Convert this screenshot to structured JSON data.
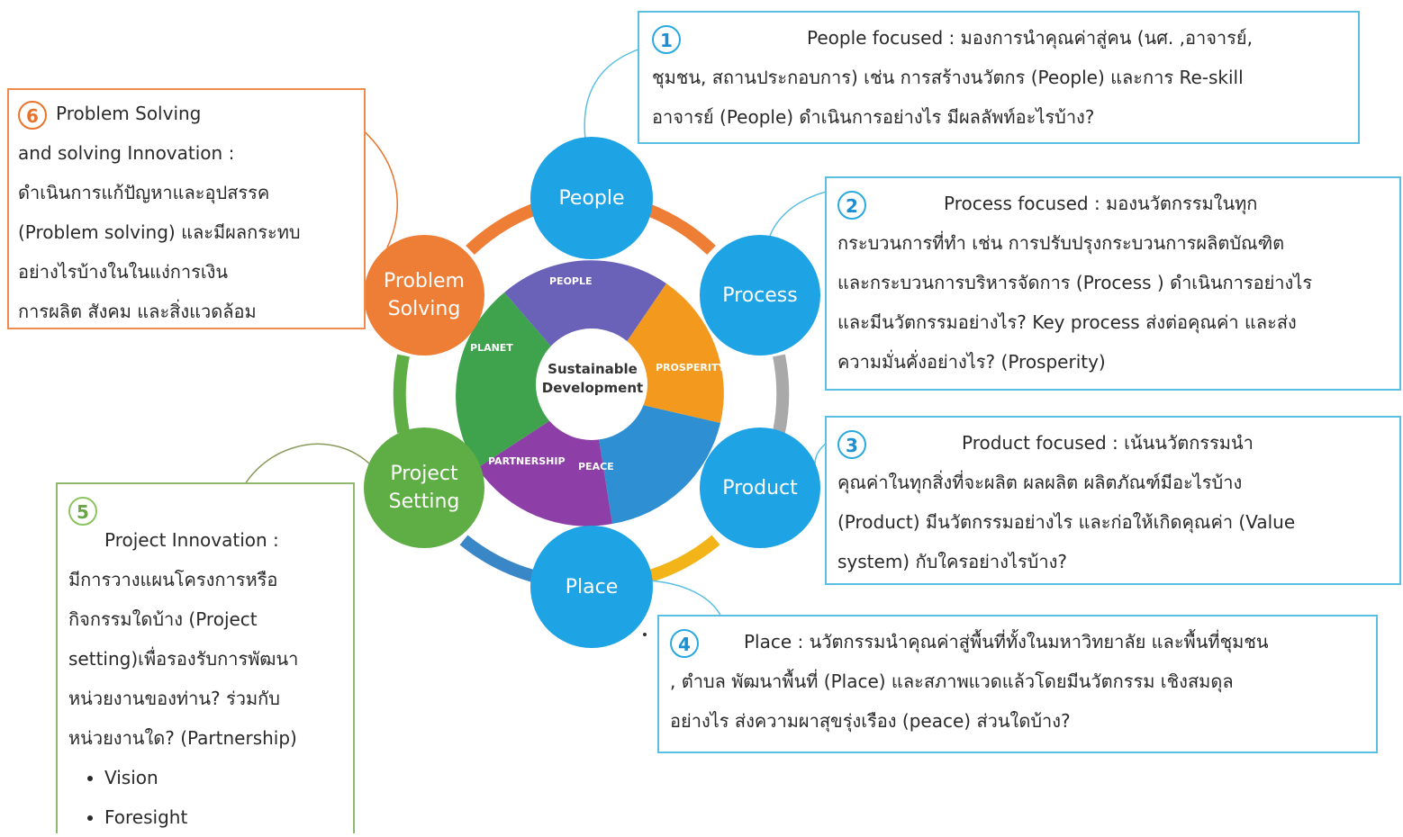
{
  "center": {
    "line1": "Sustainable",
    "line2": "Development"
  },
  "wheel": {
    "people": "PEOPLE",
    "prosperity": "PROSPERITY",
    "place": "PEACE",
    "partnership": "PARTNERSHIP",
    "planet": "PLANET"
  },
  "nodes": {
    "people": "People",
    "process": "Process",
    "product": "Product",
    "place": "Place",
    "project_line1": "Project",
    "project_line2": "Setting",
    "problem_line1": "Problem",
    "problem_line2": "Solving"
  },
  "colors": {
    "blue": "#1ea3e4",
    "green": "#5fae45",
    "orange": "#ee7e36",
    "gray": "#a9a9a9",
    "yellow": "#f2b418",
    "purple": "#8d3ea7",
    "violet": "#6a62b8"
  },
  "box1": {
    "num": "1",
    "line1": "People focused : มองการนำคุณค่าสู่คน (นศ. ,อาจารย์,",
    "line2": "ชุมชน, สถานประกอบการ) เช่น การสร้างนวัตกร (People) และการ Re-skill",
    "line3": "อาจารย์ (People) ดำเนินการอย่างไร มีผลลัพท์อะไรบ้าง?"
  },
  "box2": {
    "num": "2",
    "line1": "Process focused : มองนวัตกรรมในทุก",
    "line2": "กระบวนการที่ทำ เช่น การปรับปรุงกระบวนการผลิตบัณฑิต",
    "line3": "และกระบวนการบริหารจัดการ (Process ) ดำเนินการอย่างไร",
    "line4": "และมีนวัตกรรมอย่างไร? Key process ส่งต่อคุณค่า และส่ง",
    "line5": "ความมั่นคั่งอย่างไร? (Prosperity)"
  },
  "box3": {
    "num": "3",
    "line1": "Product focused : เน้นนวัตกรรมนำ",
    "line2": "คุณค่าในทุกสิ่งที่จะผลิต ผลผลิต ผลิตภัณฑ์มีอะไรบ้าง",
    "line3": "(Product) มีนวัตกรรมอย่างไร และก่อให้เกิดคุณค่า (Value",
    "line4": "system) กับใครอย่างไรบ้าง?"
  },
  "box4": {
    "num": "4",
    "line1": "Place : นวัตกรรมนำคุณค่าสู่พื้นที่ทั้งในมหาวิทยาลัย และพื้นที่ชุมชน",
    "line2": ", ตำบล พัฒนาพื้นที่ (Place) และสภาพแวดแล้วโดยมีนวัตกรรม เชิงสมดุล",
    "line3": "อย่างไร ส่งความผาสุขรุ่งเรือง (peace) ส่วนใดบ้าง?"
  },
  "box5": {
    "num": "5",
    "line1": "Project Innovation :",
    "line2": "มีการวางแผนโครงการหรือ",
    "line3": "กิจกรรมใดบ้าง (Project",
    "line4": "setting)เพื่อรองรับการพัฒนา",
    "line5": "หน่วยงานของท่าน? ร่วมกับ",
    "line6": "หน่วยงานใด? (Partnership)",
    "bullets": [
      "Vision",
      "Foresight"
    ]
  },
  "box6": {
    "num": "6",
    "line1": "Problem Solving",
    "line2": "and solving Innovation :",
    "line3": "ดำเนินการแก้ปัญหาและอุปสรรค",
    "line4": "(Problem solving) และมีผลกระทบ",
    "line5": "อย่างไรบ้างในในแง่การเงิน",
    "line6": "การผลิต สังคม และสิ่งแวดล้อม"
  }
}
